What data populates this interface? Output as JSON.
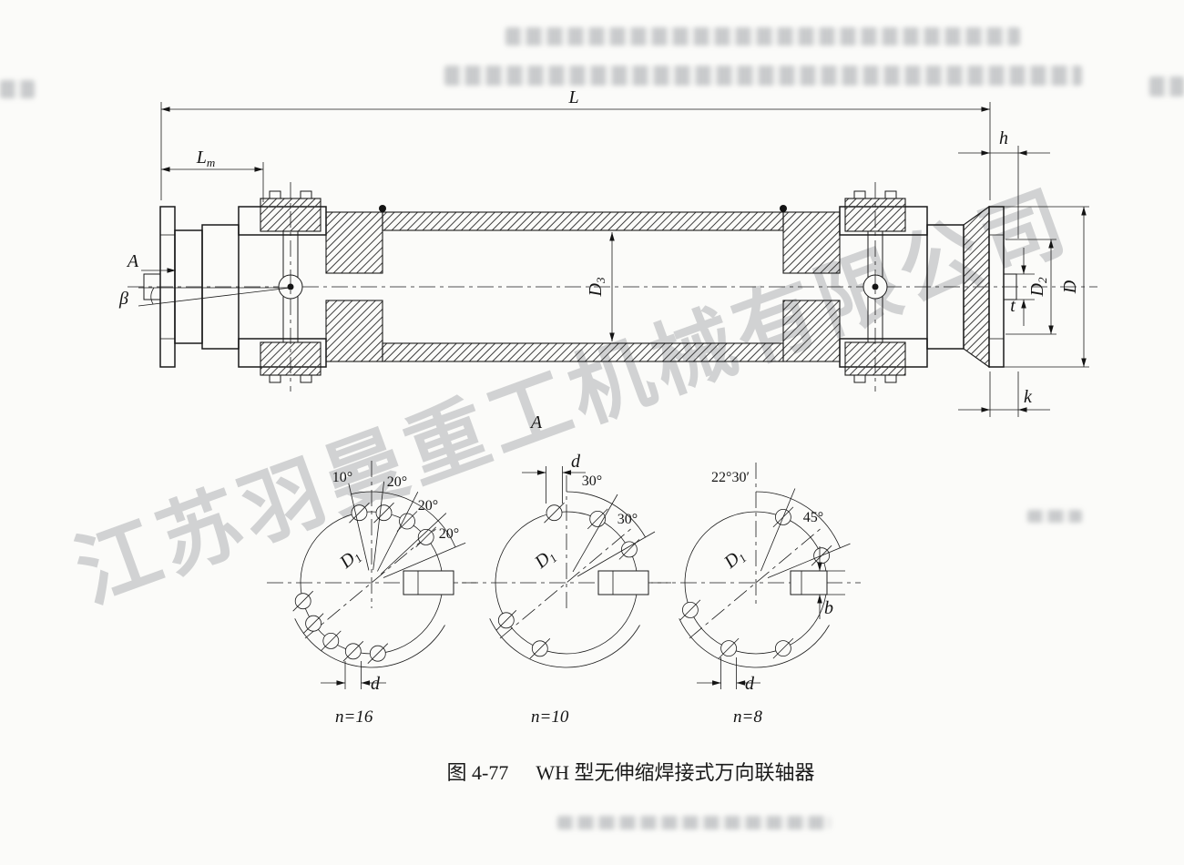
{
  "watermark": "江苏羽曼重工机械有限公司",
  "caption": {
    "figure_no": "图 4-77",
    "title": "WH 型无伸缩焊接式万向联轴器"
  },
  "main_view": {
    "view_label": "A",
    "beta": "β",
    "dims": {
      "L": "L",
      "Lm_base": "L",
      "Lm_sub": "m",
      "h": "h",
      "k": "k",
      "t": "t",
      "D": "D",
      "D2_base": "D",
      "D2_sub": "2",
      "D3_base": "D",
      "D3_sub": "3"
    }
  },
  "section_label": "A",
  "bolt_views": [
    {
      "n": "n=16",
      "d": "d",
      "D1_base": "D",
      "D1_sub": "1",
      "angles": [
        "10°",
        "20°",
        "20°",
        "20°"
      ]
    },
    {
      "n": "n=10",
      "d": "d",
      "D1_base": "D",
      "D1_sub": "1",
      "angles": [
        "30°",
        "30°"
      ]
    },
    {
      "n": "n=8",
      "d": "d",
      "b": "b",
      "D1_base": "D",
      "D1_sub": "1",
      "angles": [
        "22°30′",
        "45°"
      ]
    }
  ]
}
